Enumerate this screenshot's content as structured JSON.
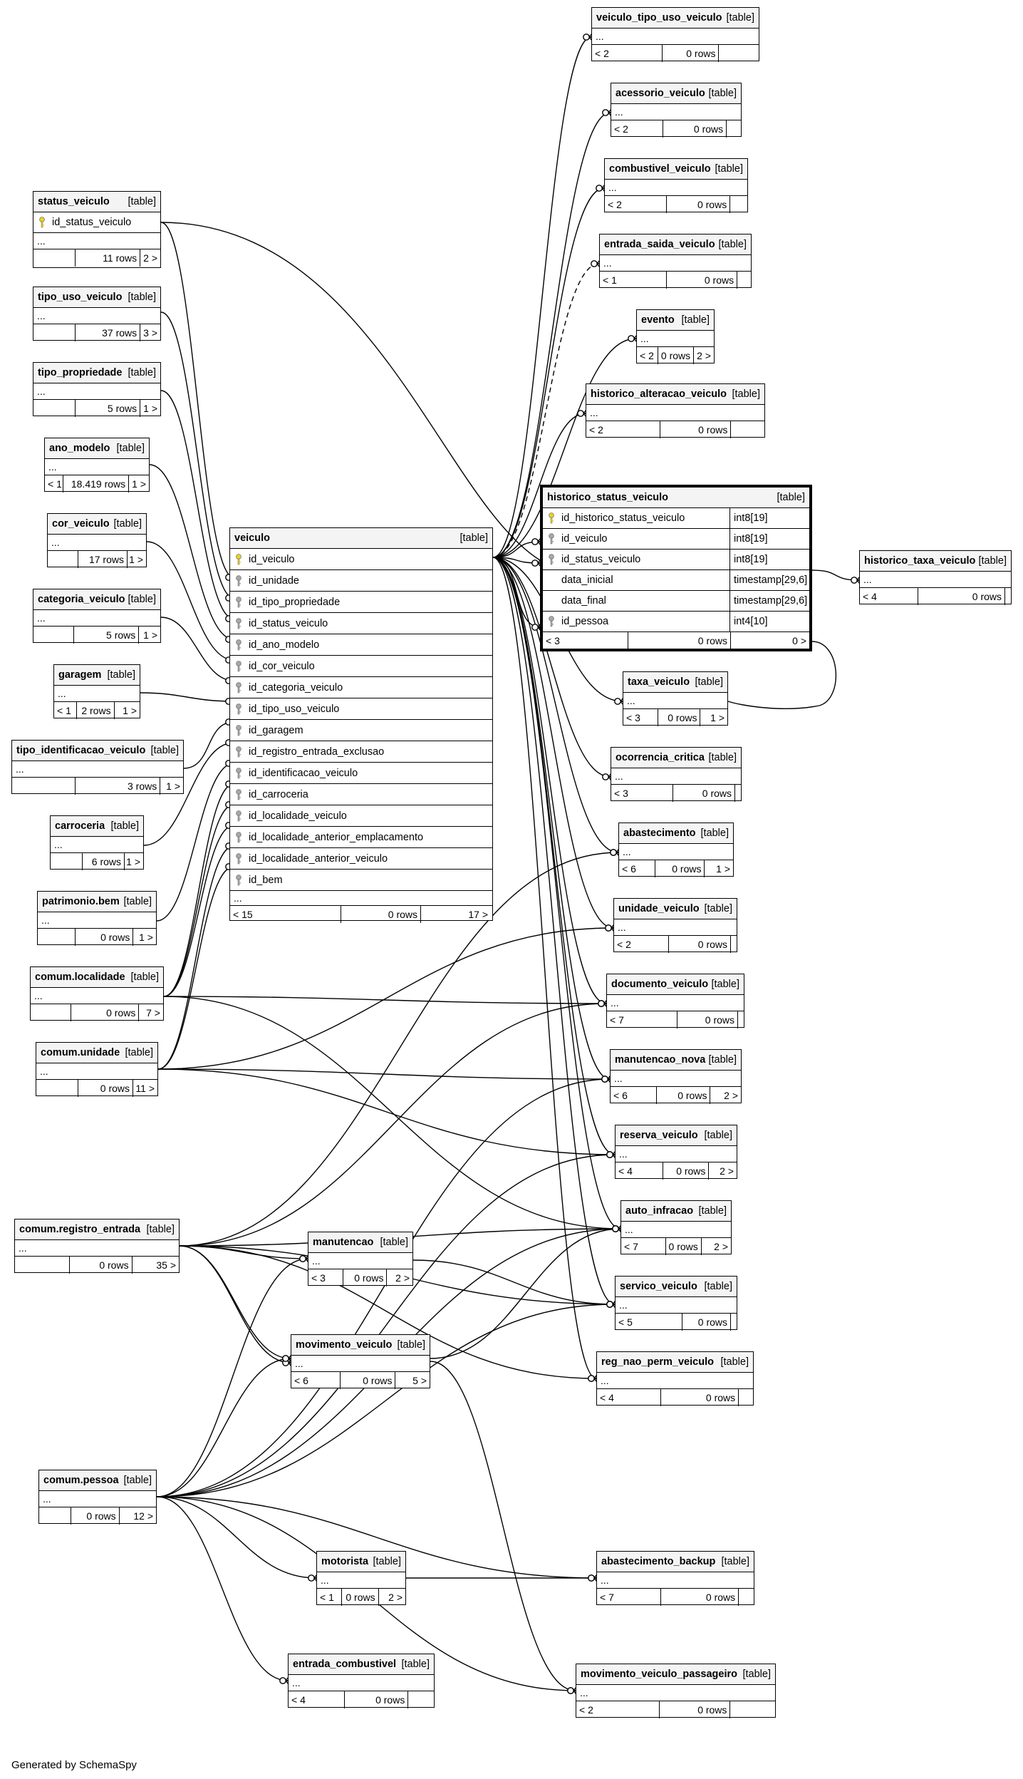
{
  "footer": {
    "generated_by": "Generated by SchemaSpy"
  },
  "tags": {
    "table": "[table]"
  },
  "focus_table": {
    "name": "historico_status_veiculo",
    "columns": [
      {
        "name": "id_historico_status_veiculo",
        "type": "int8[19]",
        "key": "pk"
      },
      {
        "name": "id_veiculo",
        "type": "int8[19]",
        "key": "fk"
      },
      {
        "name": "id_status_veiculo",
        "type": "int8[19]",
        "key": "fk"
      },
      {
        "name": "data_inicial",
        "type": "timestamp[29,6]",
        "key": ""
      },
      {
        "name": "data_final",
        "type": "timestamp[29,6]",
        "key": ""
      },
      {
        "name": "id_pessoa",
        "type": "int4[10]",
        "key": "fk"
      }
    ],
    "footer": [
      "< 3",
      "0 rows",
      "0 >"
    ]
  },
  "veiculo_table": {
    "name": "veiculo",
    "columns": [
      {
        "name": "id_veiculo",
        "key": "pk"
      },
      {
        "name": "id_unidade",
        "key": "fk"
      },
      {
        "name": "id_tipo_propriedade",
        "key": "fk"
      },
      {
        "name": "id_status_veiculo",
        "key": "fk"
      },
      {
        "name": "id_ano_modelo",
        "key": "fk"
      },
      {
        "name": "id_cor_veiculo",
        "key": "fk"
      },
      {
        "name": "id_categoria_veiculo",
        "key": "fk"
      },
      {
        "name": "id_tipo_uso_veiculo",
        "key": "fk"
      },
      {
        "name": "id_garagem",
        "key": "fk"
      },
      {
        "name": "id_registro_entrada_exclusao",
        "key": "fk"
      },
      {
        "name": "id_identificacao_veiculo",
        "key": "fk"
      },
      {
        "name": "id_carroceria",
        "key": "fk"
      },
      {
        "name": "id_localidade_veiculo",
        "key": "fk"
      },
      {
        "name": "id_localidade_anterior_emplacamento",
        "key": "fk"
      },
      {
        "name": "id_localidade_anterior_veiculo",
        "key": "fk"
      },
      {
        "name": "id_bem",
        "key": "fk"
      }
    ],
    "ellipsis": "...",
    "footer": [
      "< 15",
      "0 rows",
      "17 >"
    ]
  },
  "status_veiculo_table": {
    "name": "status_veiculo",
    "columns": [
      {
        "name": "id_status_veiculo",
        "key": "pk"
      }
    ],
    "ellipsis": "...",
    "footer": [
      "",
      "11 rows",
      "2 >"
    ]
  },
  "small_tables": [
    {
      "id": "veiculo_tipo_uso_veiculo",
      "name": "veiculo_tipo_uso_veiculo",
      "ellipsis": "...",
      "footer": [
        "< 2",
        "0 rows",
        ""
      ]
    },
    {
      "id": "acessorio_veiculo",
      "name": "acessorio_veiculo",
      "ellipsis": "...",
      "footer": [
        "< 2",
        "0 rows",
        ""
      ]
    },
    {
      "id": "combustivel_veiculo",
      "name": "combustivel_veiculo",
      "ellipsis": "...",
      "footer": [
        "< 2",
        "0 rows",
        ""
      ]
    },
    {
      "id": "entrada_saida_veiculo",
      "name": "entrada_saida_veiculo",
      "ellipsis": "...",
      "footer": [
        "< 1",
        "0 rows",
        ""
      ]
    },
    {
      "id": "evento",
      "name": "evento",
      "ellipsis": "...",
      "footer": [
        "< 2",
        "0 rows",
        "2 >"
      ]
    },
    {
      "id": "historico_alteracao_veiculo",
      "name": "historico_alteracao_veiculo",
      "ellipsis": "...",
      "footer": [
        "< 2",
        "0 rows",
        ""
      ]
    },
    {
      "id": "historico_taxa_veiculo",
      "name": "historico_taxa_veiculo",
      "ellipsis": "...",
      "footer": [
        "< 4",
        "0 rows",
        ""
      ]
    },
    {
      "id": "taxa_veiculo",
      "name": "taxa_veiculo",
      "ellipsis": "...",
      "footer": [
        "< 3",
        "0 rows",
        "1 >"
      ]
    },
    {
      "id": "ocorrencia_critica",
      "name": "ocorrencia_critica",
      "ellipsis": "...",
      "footer": [
        "< 3",
        "0 rows",
        ""
      ]
    },
    {
      "id": "abastecimento",
      "name": "abastecimento",
      "ellipsis": "...",
      "footer": [
        "< 6",
        "0 rows",
        "1 >"
      ]
    },
    {
      "id": "unidade_veiculo",
      "name": "unidade_veiculo",
      "ellipsis": "...",
      "footer": [
        "< 2",
        "0 rows",
        ""
      ]
    },
    {
      "id": "documento_veiculo",
      "name": "documento_veiculo",
      "ellipsis": "...",
      "footer": [
        "< 7",
        "0 rows",
        ""
      ]
    },
    {
      "id": "manutencao_nova",
      "name": "manutencao_nova",
      "ellipsis": "...",
      "footer": [
        "< 6",
        "0 rows",
        "2 >"
      ]
    },
    {
      "id": "reserva_veiculo",
      "name": "reserva_veiculo",
      "ellipsis": "...",
      "footer": [
        "< 4",
        "0 rows",
        "2 >"
      ]
    },
    {
      "id": "auto_infracao",
      "name": "auto_infracao",
      "ellipsis": "...",
      "footer": [
        "< 7",
        "0 rows",
        "2 >"
      ]
    },
    {
      "id": "servico_veiculo",
      "name": "servico_veiculo",
      "ellipsis": "...",
      "footer": [
        "< 5",
        "0 rows",
        ""
      ]
    },
    {
      "id": "reg_nao_perm_veiculo",
      "name": "reg_nao_perm_veiculo",
      "ellipsis": "...",
      "footer": [
        "< 4",
        "0 rows",
        ""
      ]
    },
    {
      "id": "abastecimento_backup",
      "name": "abastecimento_backup",
      "ellipsis": "...",
      "footer": [
        "< 7",
        "0 rows",
        ""
      ]
    },
    {
      "id": "movimento_veiculo_passageiro",
      "name": "movimento_veiculo_passageiro",
      "ellipsis": "...",
      "footer": [
        "< 2",
        "0 rows",
        ""
      ]
    },
    {
      "id": "tipo_uso_veiculo",
      "name": "tipo_uso_veiculo",
      "ellipsis": "...",
      "footer": [
        "",
        "37 rows",
        "3 >"
      ]
    },
    {
      "id": "tipo_propriedade",
      "name": "tipo_propriedade",
      "ellipsis": "...",
      "footer": [
        "",
        "5 rows",
        "1 >"
      ]
    },
    {
      "id": "ano_modelo",
      "name": "ano_modelo",
      "ellipsis": "...",
      "footer": [
        "< 1",
        "18.419 rows",
        "1 >"
      ]
    },
    {
      "id": "cor_veiculo",
      "name": "cor_veiculo",
      "ellipsis": "...",
      "footer": [
        "",
        "17 rows",
        "1 >"
      ]
    },
    {
      "id": "categoria_veiculo",
      "name": "categoria_veiculo",
      "ellipsis": "...",
      "footer": [
        "",
        "5 rows",
        "1 >"
      ]
    },
    {
      "id": "garagem",
      "name": "garagem",
      "ellipsis": "...",
      "footer": [
        "< 1",
        "2 rows",
        "1 >"
      ]
    },
    {
      "id": "tipo_identificacao_veiculo",
      "name": "tipo_identificacao_veiculo",
      "ellipsis": "...",
      "footer": [
        "",
        "3 rows",
        "1 >"
      ]
    },
    {
      "id": "carroceria",
      "name": "carroceria",
      "ellipsis": "...",
      "footer": [
        "",
        "6 rows",
        "1 >"
      ]
    },
    {
      "id": "patrimonio_bem",
      "name": "patrimonio.bem",
      "ellipsis": "...",
      "footer": [
        "",
        "0 rows",
        "1 >"
      ]
    },
    {
      "id": "comum_localidade",
      "name": "comum.localidade",
      "ellipsis": "...",
      "footer": [
        "",
        "0 rows",
        "7 >"
      ]
    },
    {
      "id": "comum_unidade",
      "name": "comum.unidade",
      "ellipsis": "...",
      "footer": [
        "",
        "0 rows",
        "11 >"
      ]
    },
    {
      "id": "comum_registro_entrada",
      "name": "comum.registro_entrada",
      "ellipsis": "...",
      "footer": [
        "",
        "0 rows",
        "35 >"
      ]
    },
    {
      "id": "manutencao",
      "name": "manutencao",
      "ellipsis": "...",
      "footer": [
        "< 3",
        "0 rows",
        "2 >"
      ]
    },
    {
      "id": "movimento_veiculo",
      "name": "movimento_veiculo",
      "ellipsis": "...",
      "footer": [
        "< 6",
        "0 rows",
        "5 >"
      ]
    },
    {
      "id": "comum_pessoa",
      "name": "comum.pessoa",
      "ellipsis": "...",
      "footer": [
        "",
        "0 rows",
        "12 >"
      ]
    },
    {
      "id": "motorista",
      "name": "motorista",
      "ellipsis": "...",
      "footer": [
        "< 1",
        "0 rows",
        "2 >"
      ]
    },
    {
      "id": "entrada_combustivel",
      "name": "entrada_combustivel",
      "ellipsis": "...",
      "footer": [
        "< 4",
        "0 rows",
        ""
      ]
    }
  ],
  "colors": {
    "primary_key_icon": "#f0d21a",
    "foreign_key_icon": "#a8a8a8",
    "header_bg": "#f4f4f4"
  }
}
